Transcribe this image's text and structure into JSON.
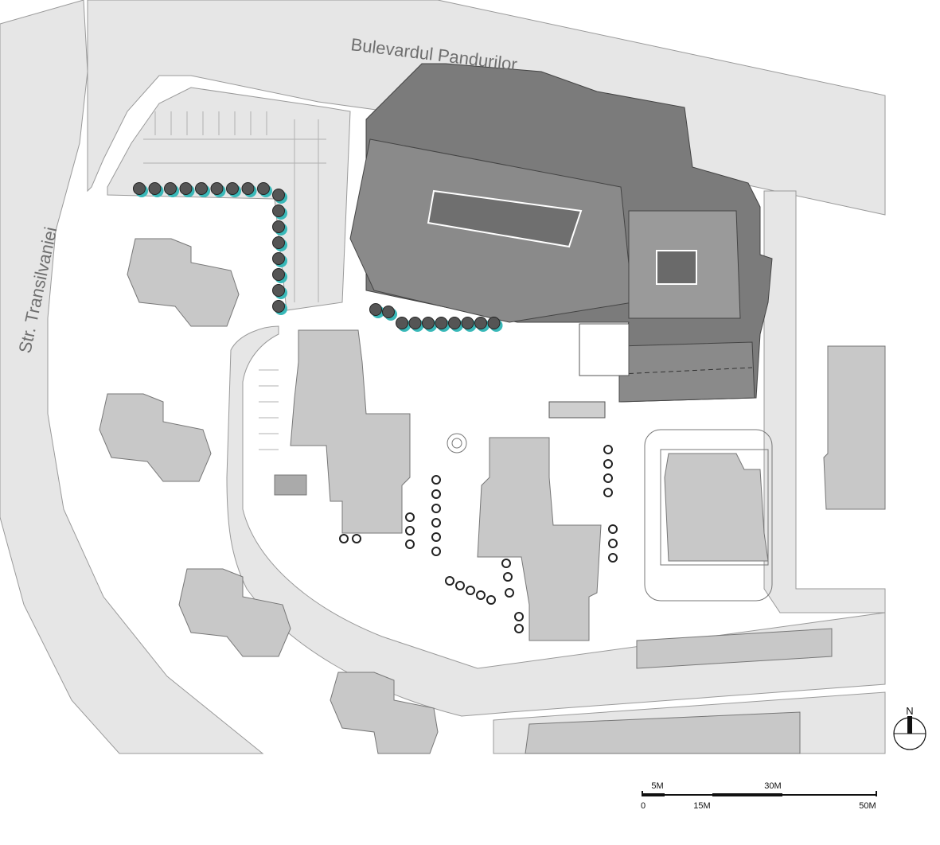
{
  "streets": {
    "north": "Bulevardul Pandurilor",
    "west": "Str. Transilvaniei"
  },
  "north_arrow": {
    "label": "N"
  },
  "scale_bar": {
    "labels_top": [
      "5M",
      "30M"
    ],
    "labels_bottom": [
      "0",
      "15M",
      "50M"
    ]
  },
  "colors": {
    "road": "#e6e6e6",
    "building_existing": "#c8c8c8",
    "building_proposed": "#8a8a8a",
    "tree_shadow": "#39b8b8"
  }
}
